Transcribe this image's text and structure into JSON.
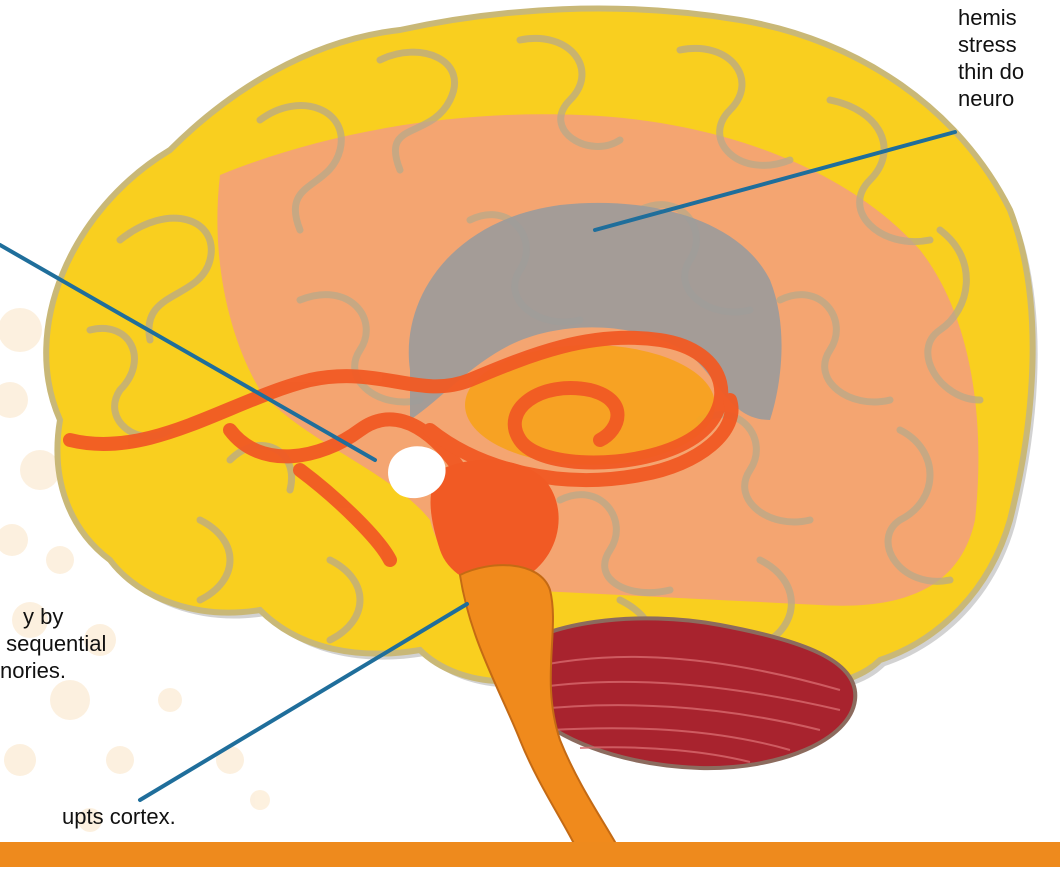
{
  "colors": {
    "brain_yellow": "#F9CF1F",
    "brain_outline": "#C9B877",
    "cortex_pink": "#F3A07A",
    "corpus_gray": "#9B9B9B",
    "limbic_red": "#F15A24",
    "thalamus_orange": "#F7A21B",
    "brainstem_orange": "#F08A1C",
    "cerebellum_red": "#A8232E",
    "pointer_blue": "#1F6E9B",
    "footer_orange": "#EE8A1D",
    "dots_faint": "#FCEBD2"
  },
  "icons": {
    "brain": "brain-illustration"
  },
  "labels": {
    "top_right": [
      "hemis",
      "stress",
      "thin do",
      "neuro"
    ],
    "bottom_left": [
      "y by",
      " sequential",
      "nories."
    ],
    "bottom": [
      "upts cortex."
    ]
  }
}
